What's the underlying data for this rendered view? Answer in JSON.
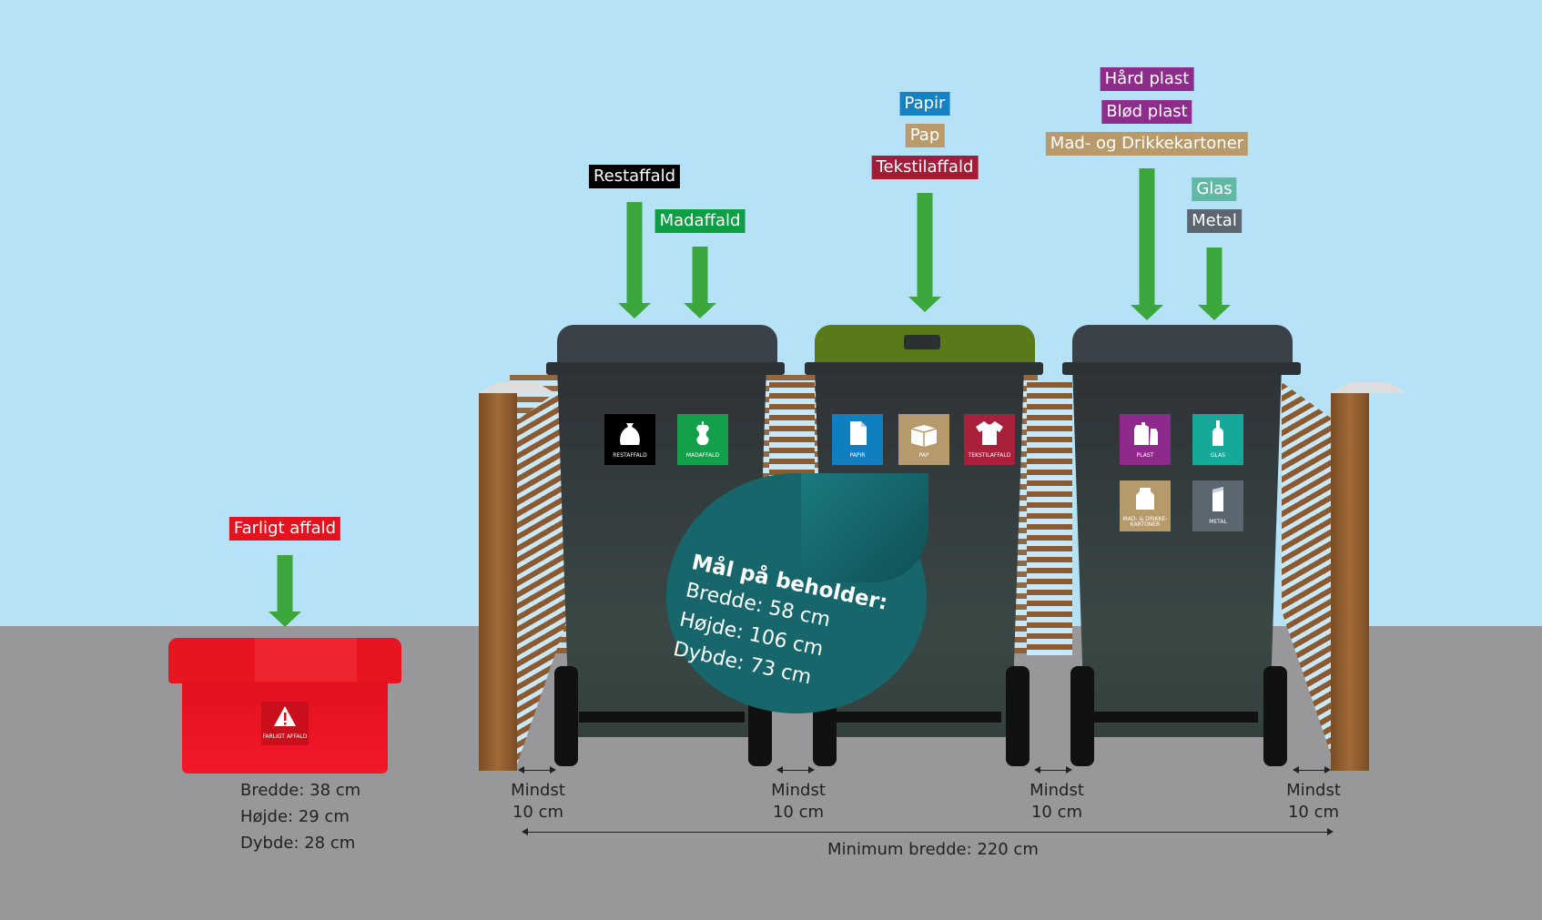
{
  "labels": {
    "restaffald": "Restaffald",
    "madaffald": "Madaffald",
    "papir": "Papir",
    "pap": "Pap",
    "tekstilaffald": "Tekstilaffald",
    "haard_plast": "Hård plast",
    "bloed_plast": "Blød plast",
    "mad_drikke": "Mad- og Drikkekartoner",
    "glas": "Glas",
    "metal": "Metal",
    "farligt_affald": "Farligt affald"
  },
  "icons": {
    "restaffald": {
      "caption": "RESTAFFALD",
      "icon": "trash-bag-icon",
      "color": "#000000"
    },
    "madaffald": {
      "caption": "MADAFFALD",
      "icon": "apple-core-icon",
      "color": "#14a04b"
    },
    "papir": {
      "caption": "PAPIR",
      "icon": "paper-icon",
      "color": "#0f7fc0"
    },
    "pap": {
      "caption": "PAP",
      "icon": "cardboard-box-icon",
      "color": "#b69a6b"
    },
    "tekstil": {
      "caption": "TEKSTILAFFALD",
      "icon": "tshirt-icon",
      "color": "#a8203a"
    },
    "plast": {
      "caption": "PLAST",
      "icon": "plastic-bottle-icon",
      "color": "#8e2a8b"
    },
    "glas": {
      "caption": "GLAS",
      "icon": "glass-bottle-icon",
      "color": "#16a898"
    },
    "mad_drikke": {
      "caption_line1": "MAD- & DRIKKE-",
      "caption_line2": "KARTONER",
      "icon": "carton-icon",
      "color": "#b69a6b"
    },
    "metal": {
      "caption": "METAL",
      "icon": "can-icon",
      "color": "#5a6670"
    },
    "farligt": {
      "caption": "FARLIGT AFFALD",
      "icon": "warning-icon",
      "color": "#c80f1b"
    }
  },
  "colors": {
    "restaffald": "#000000",
    "madaffald": "#0f9d46",
    "papir": "#1581c5",
    "pap": "#b89a6b",
    "tekstilaffald": "#a21e38",
    "haard_plast": "#8e2c8b",
    "bloed_plast": "#8e2c8b",
    "mad_drikke": "#b89a6b",
    "glas": "#5fb9a4",
    "metal": "#5b6670",
    "farligt_affald": "#e3141f",
    "arrow": "#3aa63c",
    "sticker": "#17666c",
    "green_lid": "#5a7a1a",
    "dark_lid": "#3b4148"
  },
  "sticker": {
    "title": "Mål på beholder:",
    "bredde": "Bredde: 58 cm",
    "hoejde": "Højde: 106 cm",
    "dybde": "Dybde: 73 cm"
  },
  "small_box": {
    "bredde": "Bredde: 38 cm",
    "hoejde": "Højde: 29 cm",
    "dybde": "Dybde: 28 cm"
  },
  "spacing": {
    "mindst_label": "Mindst",
    "mindst_value": "10 cm",
    "minimum_width": "Minimum bredde: 220 cm"
  }
}
